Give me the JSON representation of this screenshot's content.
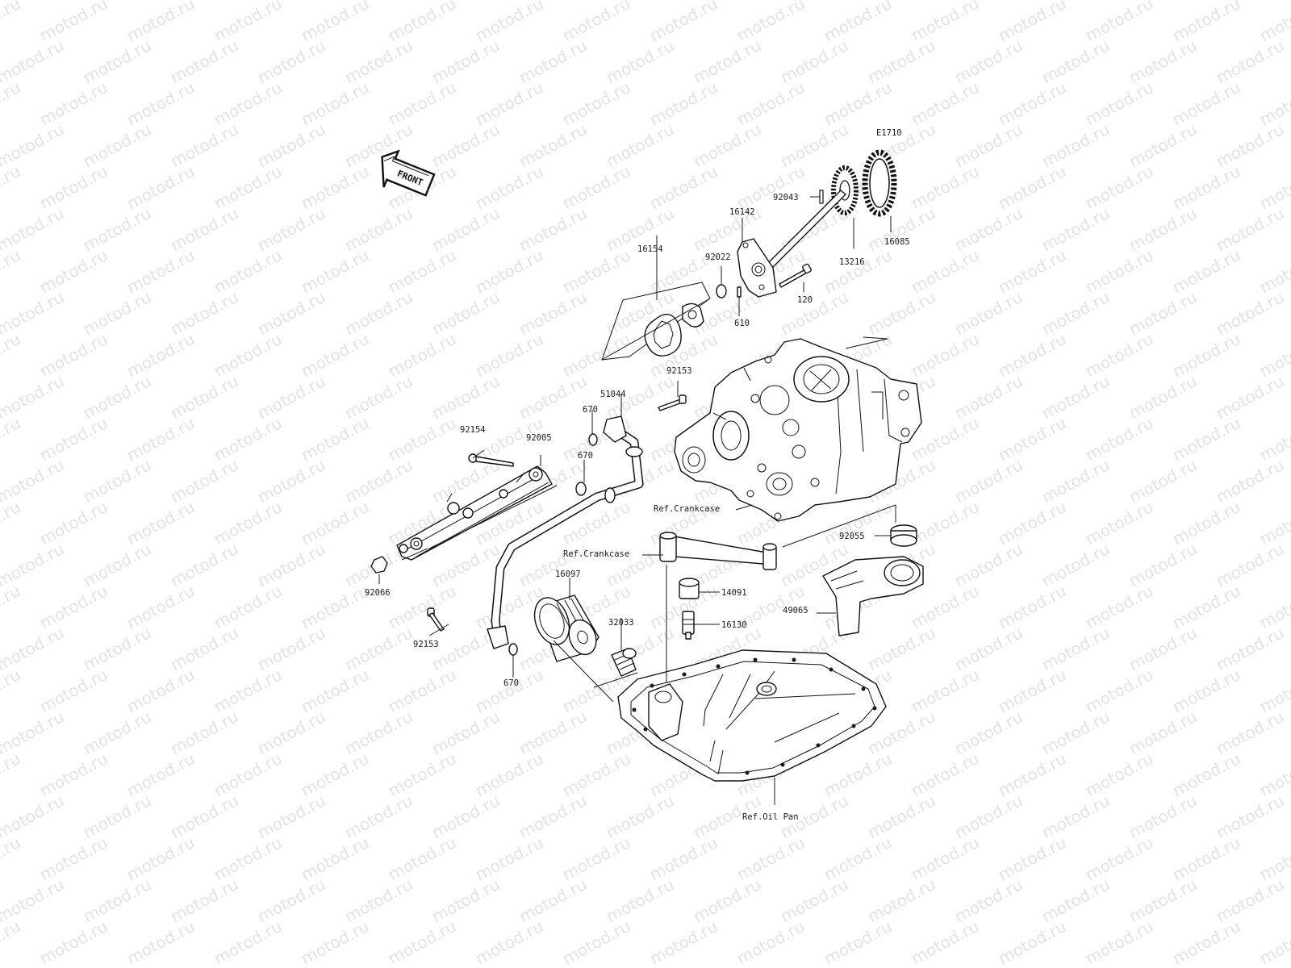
{
  "diagram": {
    "code": "E1710",
    "front_label": "FRONT",
    "watermark": "motod.ru",
    "parts": {
      "p92043": "92043",
      "p16085": "16085",
      "p13216": "13216",
      "p16142": "16142",
      "p92022": "92022",
      "p16154": "16154",
      "p120": "120",
      "p610": "610",
      "p92153a": "92153",
      "p51044": "51044",
      "p670a": "670",
      "p670b": "670",
      "p670c": "670",
      "p92154": "92154",
      "p92005": "92005",
      "p92066": "92066",
      "p16097": "16097",
      "p32033": "32033",
      "p92153b": "92153",
      "p14091": "14091",
      "p16130": "16130",
      "p92055": "92055",
      "p49065": "49065"
    },
    "refs": {
      "crankcase1": "Ref.Crankcase",
      "crankcase2": "Ref.Crankcase",
      "oilpan": "Ref.Oil Pan"
    }
  }
}
